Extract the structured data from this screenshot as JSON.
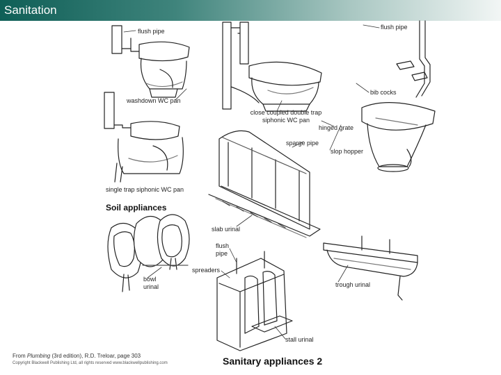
{
  "header": {
    "title": "Sanitation"
  },
  "labels": {
    "flush_pipe_left": "flush pipe",
    "flush_pipe_right": "flush pipe",
    "bib_cocks": "bib cocks",
    "washdown_wc_pan": "washdown WC pan",
    "close_coupled": "close coupled double trap siphonic WC pan",
    "hinged_grate": "hinged grate",
    "sparge_pipe": "sparge pipe",
    "slop_hopper": "slop hopper",
    "single_trap": "single trap siphonic WC pan",
    "slab_urinal": "slab urinal",
    "flush_pipe_mid": "flush pipe",
    "spreaders": "spreaders",
    "bowl_urinal": "bowl urinal",
    "trough_urinal": "trough urinal",
    "stall_urinal": "stall urinal"
  },
  "section_title": "Soil appliances",
  "footer": {
    "source_prefix": "From ",
    "source_book": "Plumbing",
    "source_edition": " (3rd edition), R.D. Treloar, page 303",
    "copyright": "Copyright Blackwell Publishing Ltd, all rights reserved   www.blackwellpublishing.com"
  },
  "slide_title": "Sanitary appliances 2",
  "colors": {
    "header_dark": "#0f5f57",
    "header_light": "#f2f6f5",
    "water": "#7a7a7a"
  }
}
